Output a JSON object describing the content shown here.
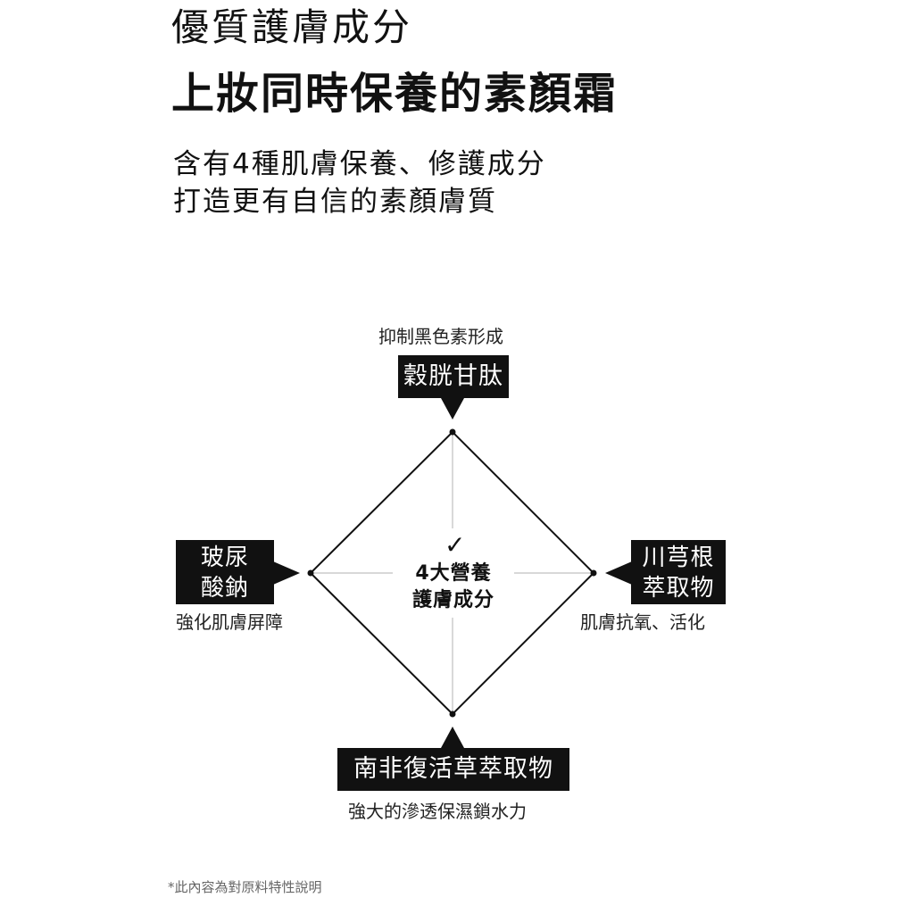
{
  "header": {
    "eyebrow": "優質護膚成分",
    "headline": "上妝同時保養的素顏霜",
    "description_lines": [
      "含有4種肌膚保養、修護成分",
      "打造更有自信的素顏膚質"
    ]
  },
  "diagram": {
    "center": {
      "check_icon": "checkmark-icon",
      "line1": "4大營養",
      "line2": "護膚成分"
    },
    "ingredients": {
      "top": {
        "name": "穀胱甘肽",
        "note": "抑制黑色素形成"
      },
      "left": {
        "name_line1": "玻尿",
        "name_line2": "酸鈉",
        "note": "強化肌膚屏障"
      },
      "right": {
        "name_line1": "川芎根",
        "name_line2": "萃取物",
        "note": "肌膚抗氧、活化"
      },
      "bottom": {
        "name": "南非復活草萃取物",
        "note": "強大的滲透保濕鎖水力"
      }
    },
    "colors": {
      "box": "#111111",
      "box_text": "#ffffff",
      "line": "#111111",
      "cross_line": "#cccccc"
    }
  },
  "footnote": "*此內容為對原料特性說明"
}
